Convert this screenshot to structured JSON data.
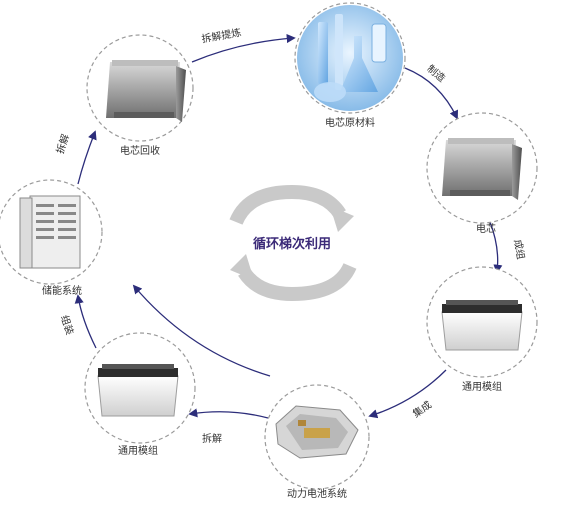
{
  "center": {
    "label": "循环梯次利用"
  },
  "nodes": [
    {
      "id": "cell-recycle",
      "label": "电芯回收"
    },
    {
      "id": "cell-material",
      "label": "电芯原材料"
    },
    {
      "id": "cell",
      "label": "电芯"
    },
    {
      "id": "module-right",
      "label": "通用模组"
    },
    {
      "id": "power-battery",
      "label": "动力电池系统"
    },
    {
      "id": "module-left",
      "label": "通用模组"
    },
    {
      "id": "storage",
      "label": "储能系统"
    }
  ],
  "edges": [
    {
      "label": "拆解提炼"
    },
    {
      "label": "制造"
    },
    {
      "label": "成组"
    },
    {
      "label": "集成"
    },
    {
      "label": "拆解"
    },
    {
      "label": "组装"
    },
    {
      "label": "拆解"
    }
  ],
  "colors": {
    "arrow": "#2c2d7a",
    "dashed_circle": "#9a9a9a",
    "center_arrows": "#c9c9c9",
    "center_text": "#3b2a78"
  }
}
